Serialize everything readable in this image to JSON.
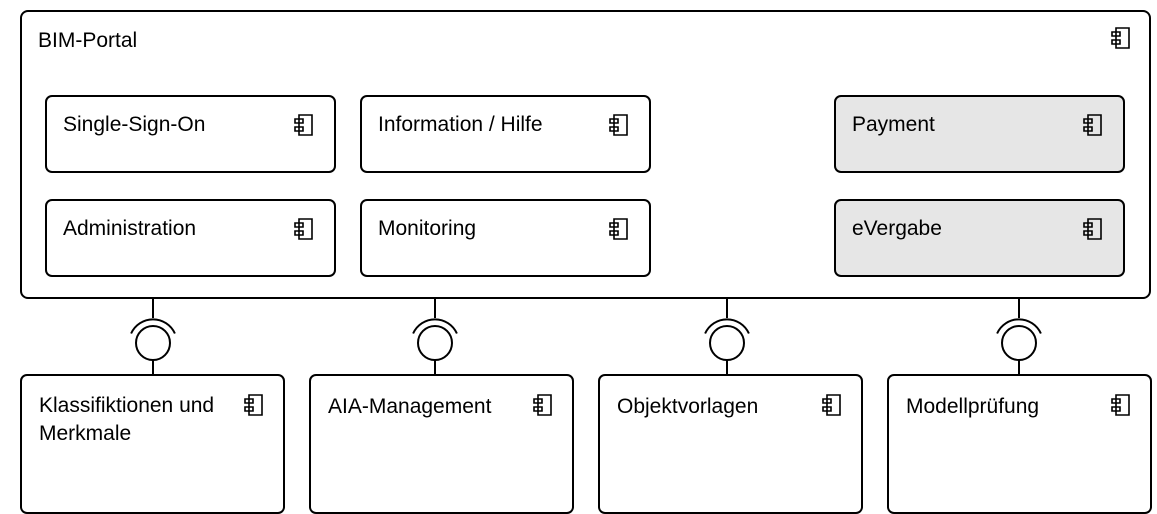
{
  "diagram": {
    "portal": {
      "title": "BIM-Portal",
      "icon": "component-icon",
      "components": [
        {
          "label": "Single-Sign-On",
          "icon": "component-icon",
          "fill": "#ffffff"
        },
        {
          "label": "Information / Hilfe",
          "icon": "component-icon",
          "fill": "#ffffff"
        },
        {
          "label": "Payment",
          "icon": "component-icon",
          "fill": "#e6e6e6"
        },
        {
          "label": "Administration",
          "icon": "component-icon",
          "fill": "#ffffff"
        },
        {
          "label": "Monitoring",
          "icon": "component-icon",
          "fill": "#ffffff"
        },
        {
          "label": "eVergabe",
          "icon": "component-icon",
          "fill": "#e6e6e6"
        }
      ]
    },
    "interfaces": [
      {
        "icon": "ball-and-socket-icon"
      },
      {
        "icon": "ball-and-socket-icon"
      },
      {
        "icon": "ball-and-socket-icon"
      },
      {
        "icon": "ball-and-socket-icon"
      }
    ],
    "modules": [
      {
        "label": "Klassifiktionen und Merkmale",
        "icon": "component-icon"
      },
      {
        "label": "AIA-Management",
        "icon": "component-icon"
      },
      {
        "label": "Objektvorlagen",
        "icon": "component-icon"
      },
      {
        "label": "Modellprüfung",
        "icon": "component-icon"
      }
    ],
    "colors": {
      "stroke": "#000000",
      "box_fill": "#ffffff",
      "external_fill": "#e6e6e6"
    }
  }
}
